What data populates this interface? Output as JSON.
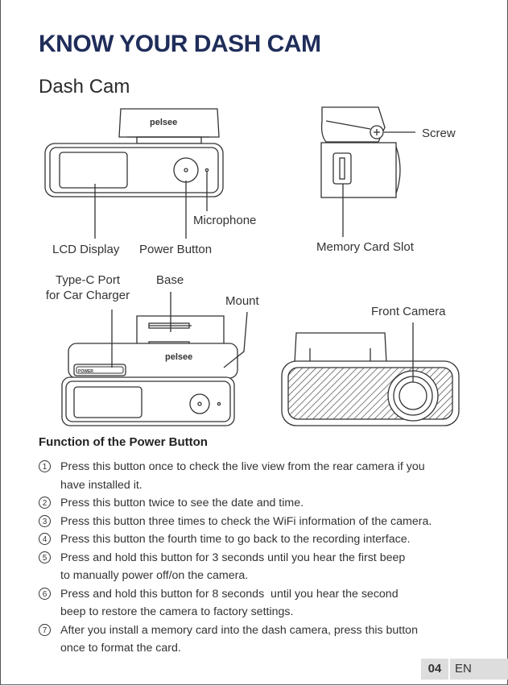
{
  "header": {
    "title": "KNOW YOUR DASH CAM",
    "subtitle": "Dash Cam"
  },
  "diagram": {
    "brand": "pelsee",
    "power_label_small": "POWER",
    "labels": {
      "screw": "Screw",
      "microphone": "Microphone",
      "lcd_display": "LCD Display",
      "power_button": "Power Button",
      "memory_card_slot": "Memory Card Slot",
      "type_c_port_1": "Type-C Port",
      "type_c_port_2": "for Car Charger",
      "base": "Base",
      "mount": "Mount",
      "front_camera": "Front Camera"
    }
  },
  "function": {
    "title": "Function of the Power Button",
    "steps": [
      {
        "num": "1",
        "line1": "Press this button once to check the live view from the rear camera if you",
        "line2": "have installed it."
      },
      {
        "num": "2",
        "line1": "Press this button twice to see the date and time.",
        "line2": ""
      },
      {
        "num": "3",
        "line1": "Press this button three times to check the WiFi information of the camera.",
        "line2": ""
      },
      {
        "num": "4",
        "line1": "Press this button the fourth time to go back to the recording interface.",
        "line2": ""
      },
      {
        "num": "5",
        "line1": "Press and hold this button for 3 seconds until you hear the first beep",
        "line2": "to manually power off/on the camera."
      },
      {
        "num": "6",
        "line1": "Press and hold this button for 8 seconds  until you hear the second",
        "line2": "beep to restore the camera to factory settings."
      },
      {
        "num": "7",
        "line1": "After you install a memory card into the dash camera, press this button",
        "line2": "once to format the card."
      }
    ]
  },
  "footer": {
    "page_number": "04",
    "language": "EN"
  }
}
